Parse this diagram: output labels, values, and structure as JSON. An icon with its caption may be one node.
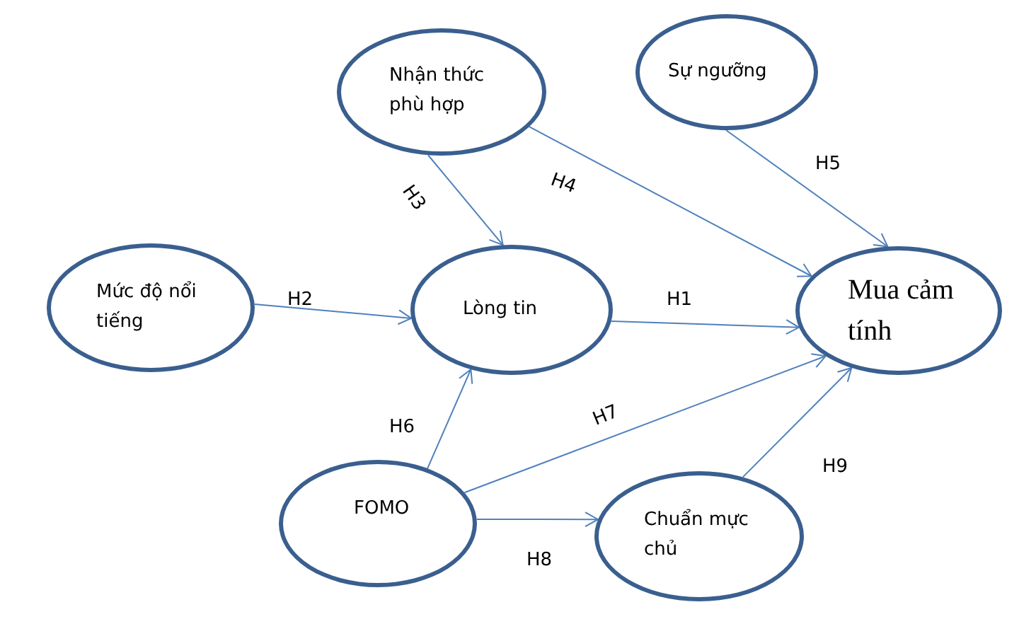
{
  "diagram": {
    "nodes": [
      {
        "text": [
          "Nhận thức phù hợp"
        ]
      },
      {
        "text": [
          "Sự ngưỡng"
        ]
      },
      {
        "text": [
          "Mức độ nổi tiếng"
        ]
      },
      {
        "text": [
          "Lòng tin"
        ]
      },
      {
        "text": [
          "Mua cảm tính"
        ]
      },
      {
        "text": [
          "FOMO"
        ]
      },
      {
        "text": [
          "Chuẩn mực chủ"
        ]
      }
    ],
    "edges": [
      {
        "from": 3,
        "to": 4,
        "arrow": "to",
        "label": "H1"
      },
      {
        "from": 2,
        "to": 3,
        "arrow": "to",
        "label": "H2"
      },
      {
        "from": 0,
        "to": 3,
        "arrow": "to",
        "label": "H3"
      },
      {
        "from": 0,
        "to": 4,
        "arrow": "to",
        "label": "H4"
      },
      {
        "from": 1,
        "to": 4,
        "arrow": "to",
        "label": "H5"
      },
      {
        "from": 5,
        "to": 3,
        "arrow": "to",
        "label": "H6"
      },
      {
        "from": 5,
        "to": 4,
        "arrow": "to",
        "label": "H7"
      },
      {
        "from": 5,
        "to": 6,
        "arrow": "to",
        "label": "H8"
      },
      {
        "from": 6,
        "to": 4,
        "arrow": "to",
        "label": "H9"
      }
    ]
  }
}
